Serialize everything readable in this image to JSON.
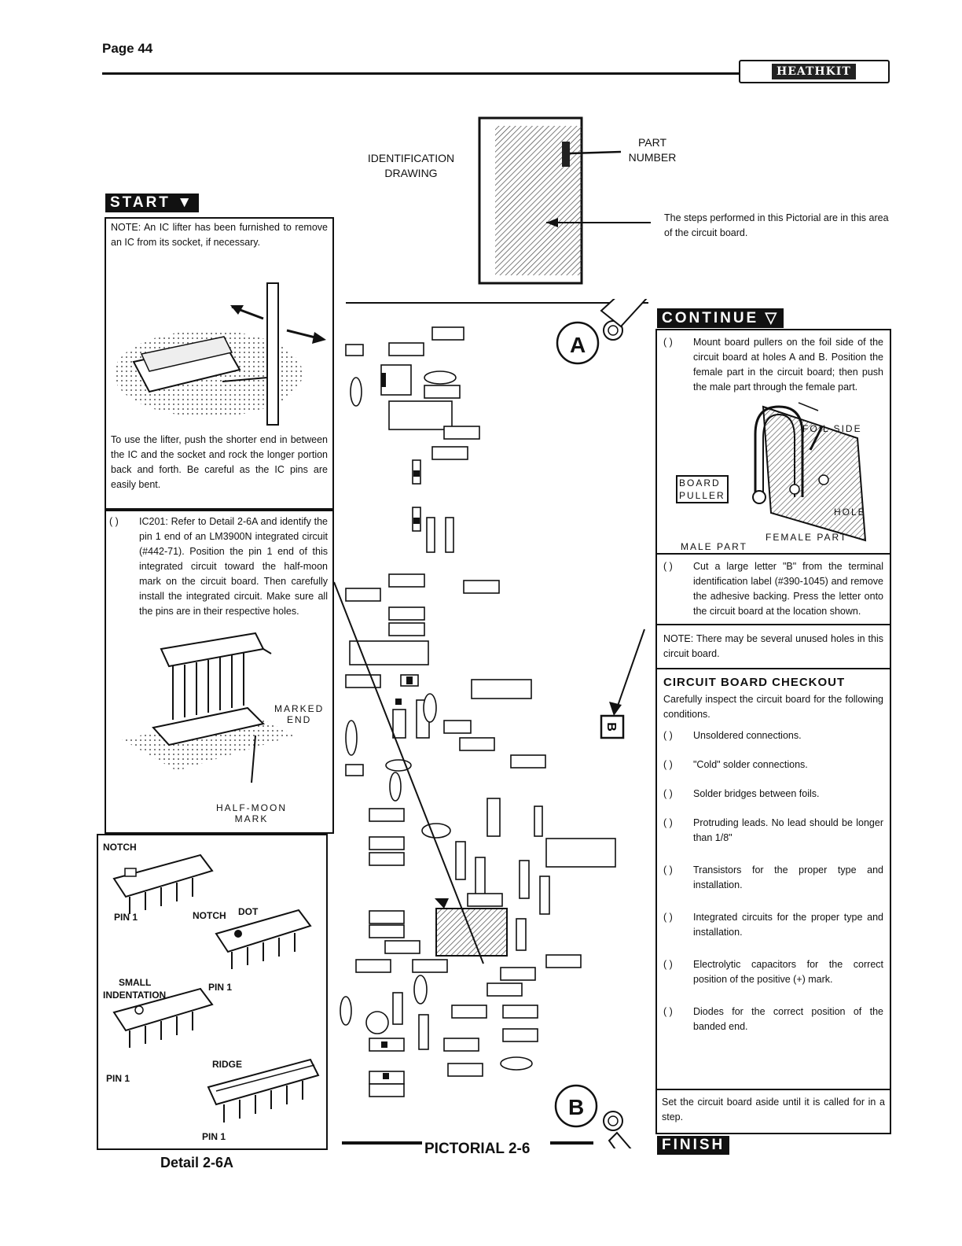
{
  "header": {
    "page": "Page 44",
    "logo": "HEATHKIT"
  },
  "ident": {
    "caption_line1": "IDENTIFICATION",
    "caption_line2": "DRAWING",
    "part_line1": "PART",
    "part_line2": "NUMBER",
    "steps_note": "The steps performed in this Pictorial are in this area of the circuit board."
  },
  "start": {
    "label": "START",
    "note": "NOTE: An IC lifter has been furnished to remove an IC from its socket, if necessary.",
    "lifter_text": "To use the lifter, push the shorter end in between the IC and the socket and rock the longer portion back and forth. Be careful as the IC pins are easily bent.",
    "step_check": "( )",
    "step_text": "IC201: Refer to Detail 2-6A and identify the pin 1 end of an LM3900N integrated circuit (#442-71). Position the pin 1 end of this integrated circuit toward the half-moon mark on the circuit board. Then carefully install the integrated circuit. Make sure all the pins are in their respective holes.",
    "marked_end_1": "MARKED",
    "marked_end_2": "END",
    "halfmoon_1": "HALF-MOON",
    "halfmoon_2": "MARK"
  },
  "detail": {
    "notch": "NOTCH",
    "pin1_a": "PIN 1",
    "notch2": "NOTCH",
    "dot": "DOT",
    "small": "SMALL",
    "indentation": "INDENTATION",
    "pin1_b": "PIN 1",
    "pin1_c": "PIN 1",
    "ridge": "RIDGE",
    "pin1_d": "PIN 1",
    "title": "Detail 2-6A"
  },
  "pictorial": {
    "title": "PICTORIAL 2-6",
    "label_a": "A",
    "label_b": "B"
  },
  "continue": {
    "label": "CONTINUE",
    "step1_check": "( )",
    "step1_text": "Mount board pullers on the foil side of the circuit board at holes A and B. Position the female part in the circuit board; then push the male part through the female part.",
    "foil_side": "FOIL SIDE",
    "board": "BOARD",
    "puller": "PULLER",
    "hole": "HOLE",
    "female_part": "FEMALE PART",
    "male_part": "MALE PART",
    "step2_check": "( )",
    "step2_text": "Cut a large letter \"B\" from the terminal identification label (#390-1045) and remove the adhesive backing. Press the letter onto the circuit board at the location shown.",
    "note2": "NOTE: There may be several unused holes in this circuit board.",
    "checkout_title": "CIRCUIT BOARD CHECKOUT",
    "checkout_intro": "Carefully inspect the circuit board for the following conditions.",
    "checks": [
      {
        "c": "( )",
        "t": "Unsoldered connections."
      },
      {
        "c": "( )",
        "t": "\"Cold\" solder connections."
      },
      {
        "c": "( )",
        "t": "Solder bridges between foils."
      },
      {
        "c": "( )",
        "t": "Protruding leads. No lead should be longer than 1/8\""
      },
      {
        "c": "( )",
        "t": "Transistors for the proper type and installation."
      },
      {
        "c": "( )",
        "t": "Integrated circuits for the proper type and installation."
      },
      {
        "c": "( )",
        "t": "Electrolytic capacitors for the correct position of the positive (+) mark."
      },
      {
        "c": "( )",
        "t": "Diodes for the correct position of the banded end."
      }
    ],
    "final": "Set the circuit board aside until it is called for in a step.",
    "finish": "FINISH"
  }
}
